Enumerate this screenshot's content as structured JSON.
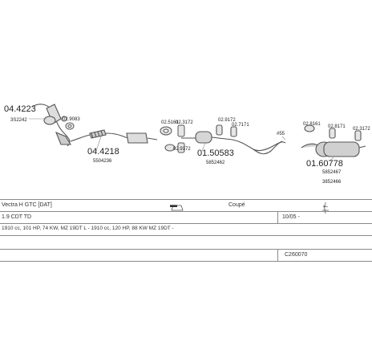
{
  "parts": {
    "p1": {
      "number": "04.4223",
      "ref": "3S2242"
    },
    "p2": {
      "number": "04.4218",
      "ref": "5504236"
    },
    "p3": {
      "number": "01.50583",
      "ref": "5852462"
    },
    "p4": {
      "number": "01.60778",
      "ref1": "5852467",
      "ref2": "3852466"
    }
  },
  "callouts": {
    "c1": "02.9083",
    "c2": "02.5161",
    "c3": "02.3172",
    "c4": "02.9172",
    "c5": "02.9172",
    "c6": "02.7171",
    "c7": "#55",
    "c8": "02.8161",
    "c9": "02.8171",
    "c10": "02.3172"
  },
  "table": {
    "model": "Vectra H GTC [DAT]",
    "body": "Coupé",
    "engine": "1.9 CDT TD",
    "date": "10/05 -",
    "spec": "1910 cc, 101 HP, 74 KW, MZ 19DT L - 1910 cc, 120 HP, 88 KW MZ 19DT -",
    "code": "C260070"
  },
  "colors": {
    "line": "#8a8a8a",
    "ink": "#333333",
    "part": "#666666"
  }
}
